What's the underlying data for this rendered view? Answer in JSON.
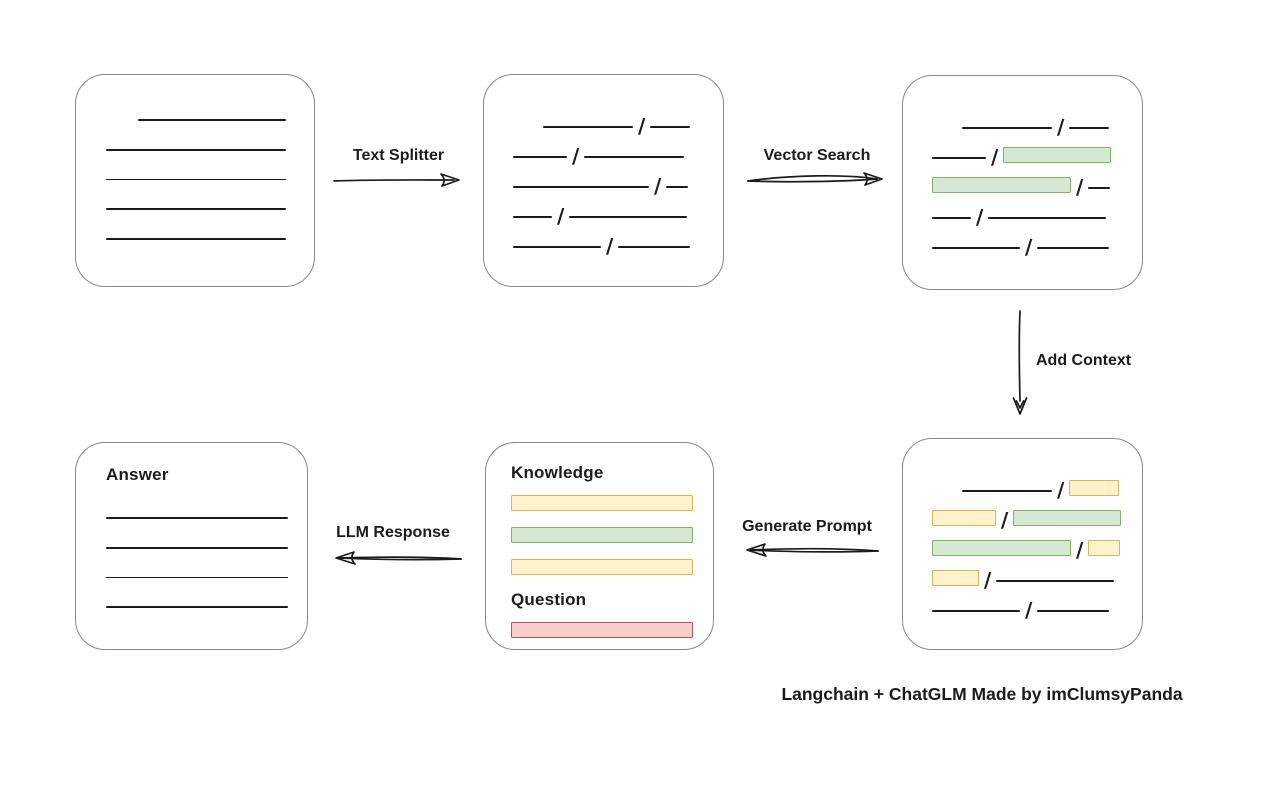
{
  "caption": "Langchain + ChatGLM Made by imClumsyPanda",
  "colors": {
    "line": "#1b1b1b",
    "box_border": "#8a8a8a",
    "green_fill": "#d5e8d4",
    "green_border": "#82b366",
    "yellow_fill": "#fff2cc",
    "yellow_border": "#d6b656",
    "red_fill": "#f8cecc",
    "red_border": "#b85450"
  },
  "arrows": {
    "text_splitter": {
      "label": "Text Splitter",
      "direction": "right",
      "icon": "arrow-right-icon"
    },
    "vector_search": {
      "label": "Vector Search",
      "direction": "right",
      "icon": "arrow-right-icon"
    },
    "add_context": {
      "label": "Add Context",
      "direction": "down",
      "icon": "arrow-down-icon"
    },
    "generate_prompt": {
      "label": "Generate Prompt",
      "direction": "left",
      "icon": "arrow-left-icon"
    },
    "llm_response": {
      "label": "LLM Response",
      "direction": "left",
      "icon": "arrow-left-icon"
    }
  },
  "boxes": {
    "document": {
      "lines": [
        {
          "indent": 32,
          "w": 148
        },
        {
          "w": 180
        },
        {
          "w": 180
        },
        {
          "w": 180
        },
        {
          "w": 180
        }
      ]
    },
    "split_text": {
      "rows": [
        {
          "indent": 30,
          "segments": [
            {
              "kind": "line",
              "w": 90
            },
            {
              "kind": "line",
              "w": 40
            }
          ]
        },
        {
          "segments": [
            {
              "kind": "line",
              "w": 54
            },
            {
              "kind": "line",
              "w": 100
            }
          ]
        },
        {
          "segments": [
            {
              "kind": "line",
              "w": 136
            },
            {
              "kind": "line",
              "w": 22
            }
          ]
        },
        {
          "segments": [
            {
              "kind": "line",
              "w": 39
            },
            {
              "kind": "line",
              "w": 118
            }
          ]
        },
        {
          "segments": [
            {
              "kind": "line",
              "w": 88
            },
            {
              "kind": "line",
              "w": 72
            }
          ]
        }
      ]
    },
    "vector_matches": {
      "rows": [
        {
          "indent": 30,
          "segments": [
            {
              "kind": "line",
              "w": 90
            },
            {
              "kind": "line",
              "w": 40
            }
          ]
        },
        {
          "segments": [
            {
              "kind": "line",
              "w": 54
            },
            {
              "kind": "green",
              "w": 106
            }
          ]
        },
        {
          "segments": [
            {
              "kind": "green",
              "w": 137
            },
            {
              "kind": "line",
              "w": 22
            }
          ]
        },
        {
          "segments": [
            {
              "kind": "line",
              "w": 39
            },
            {
              "kind": "line",
              "w": 118
            }
          ]
        },
        {
          "segments": [
            {
              "kind": "line",
              "w": 88
            },
            {
              "kind": "line",
              "w": 72
            }
          ]
        }
      ]
    },
    "context": {
      "rows": [
        {
          "indent": 30,
          "segments": [
            {
              "kind": "line",
              "w": 90
            },
            {
              "kind": "yellow",
              "w": 48
            }
          ]
        },
        {
          "segments": [
            {
              "kind": "yellow",
              "w": 62
            },
            {
              "kind": "green",
              "w": 106
            }
          ]
        },
        {
          "segments": [
            {
              "kind": "green",
              "w": 137
            },
            {
              "kind": "yellow",
              "w": 30
            }
          ]
        },
        {
          "segments": [
            {
              "kind": "yellow",
              "w": 45
            },
            {
              "kind": "line",
              "w": 118
            }
          ]
        },
        {
          "segments": [
            {
              "kind": "line",
              "w": 88
            },
            {
              "kind": "line",
              "w": 72
            }
          ]
        }
      ]
    },
    "prompt": {
      "knowledge_label": "Knowledge",
      "question_label": "Question",
      "knowledge_bars": [
        {
          "color": "yellow",
          "w": 180
        },
        {
          "color": "green",
          "w": 180
        },
        {
          "color": "yellow",
          "w": 180
        }
      ],
      "question_bars": [
        {
          "color": "red",
          "w": 180
        }
      ]
    },
    "answer": {
      "label": "Answer",
      "lines": [
        {
          "w": 182
        },
        {
          "w": 182
        },
        {
          "w": 182
        },
        {
          "w": 182
        }
      ]
    }
  }
}
